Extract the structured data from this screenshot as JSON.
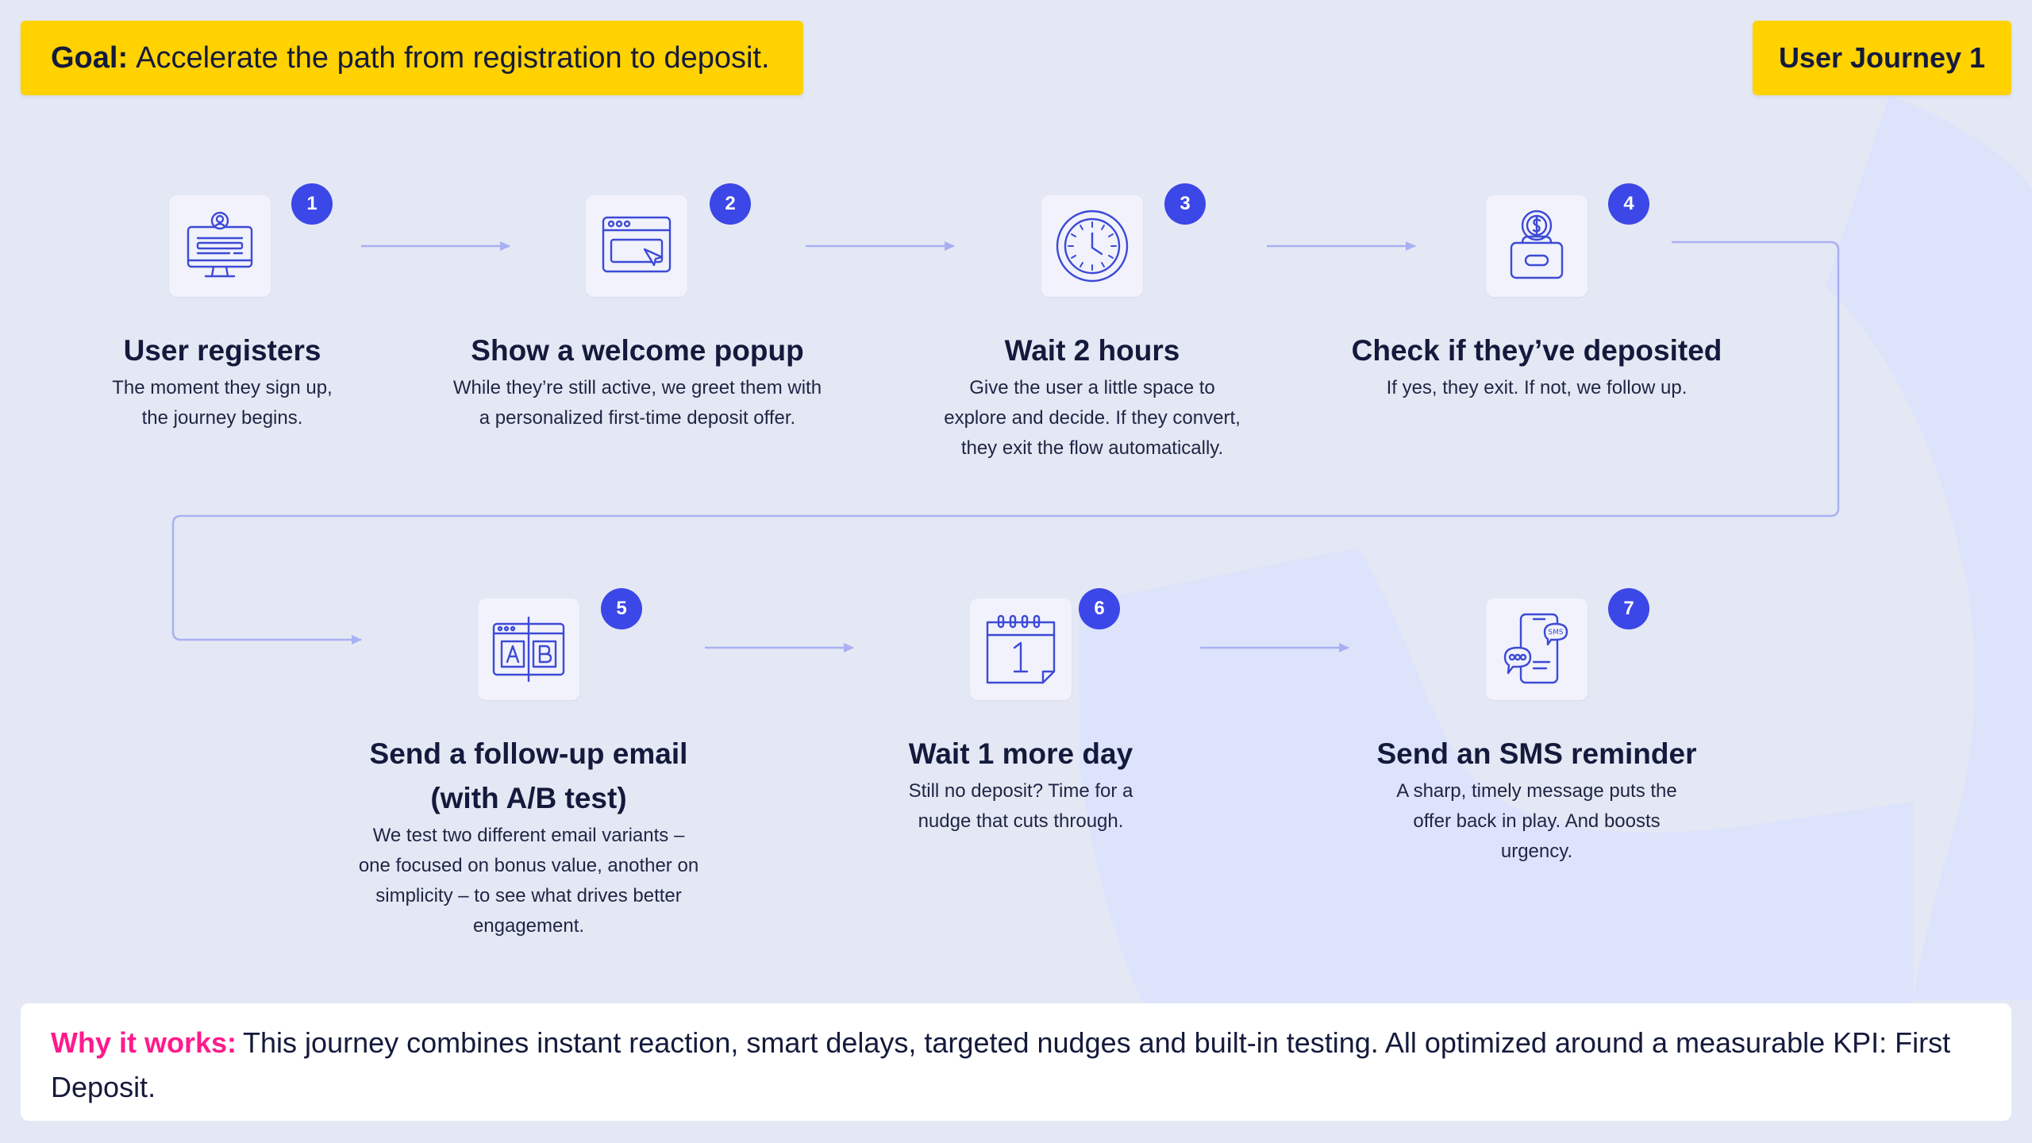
{
  "goal": {
    "label": "Goal:",
    "text": "Accelerate the path from registration to deposit."
  },
  "journey_label": "User Journey 1",
  "steps": [
    {
      "number": "1",
      "icon": "computer-user-icon",
      "title": "User registers",
      "description": "The moment they sign up,\nthe journey begins."
    },
    {
      "number": "2",
      "icon": "browser-popup-icon",
      "title": "Show a welcome popup",
      "description": "While they’re still active, we greet them with\na personalized  first-time deposit offer."
    },
    {
      "number": "3",
      "icon": "clock-icon",
      "title": "Wait 2 hours",
      "description": "Give the user a little space to\nexplore and decide. If they convert,\nthey exit the flow automatically."
    },
    {
      "number": "4",
      "icon": "coin-deposit-icon",
      "title": "Check if they’ve deposited",
      "description": "If yes, they exit. If not, we follow up."
    },
    {
      "number": "5",
      "icon": "ab-test-icon",
      "title": "Send a follow-up email\n(with A/B test)",
      "description": "We test two different email variants –\none focused on bonus value, another on\nsimplicity – to see what drives better\nengagement."
    },
    {
      "number": "6",
      "icon": "calendar-icon",
      "title": "Wait 1 more day",
      "description": "Still no deposit? Time for a\nnudge that cuts through."
    },
    {
      "number": "7",
      "icon": "sms-phone-icon",
      "title": "Send an SMS reminder",
      "description": "A sharp, timely message puts the\noffer back in play. And  boosts\nurgency."
    }
  ],
  "why": {
    "label": "Why it works:",
    "text": "This journey combines instant reaction, smart delays, targeted nudges and built-in testing. All optimized around  a measurable KPI: First Deposit."
  },
  "colors": {
    "highlight": "#ffd200",
    "badge": "#3b47e6",
    "accent_pink": "#ff1a8c",
    "connector": "#a9b0f2",
    "icon_stroke": "#3d4ad6"
  }
}
